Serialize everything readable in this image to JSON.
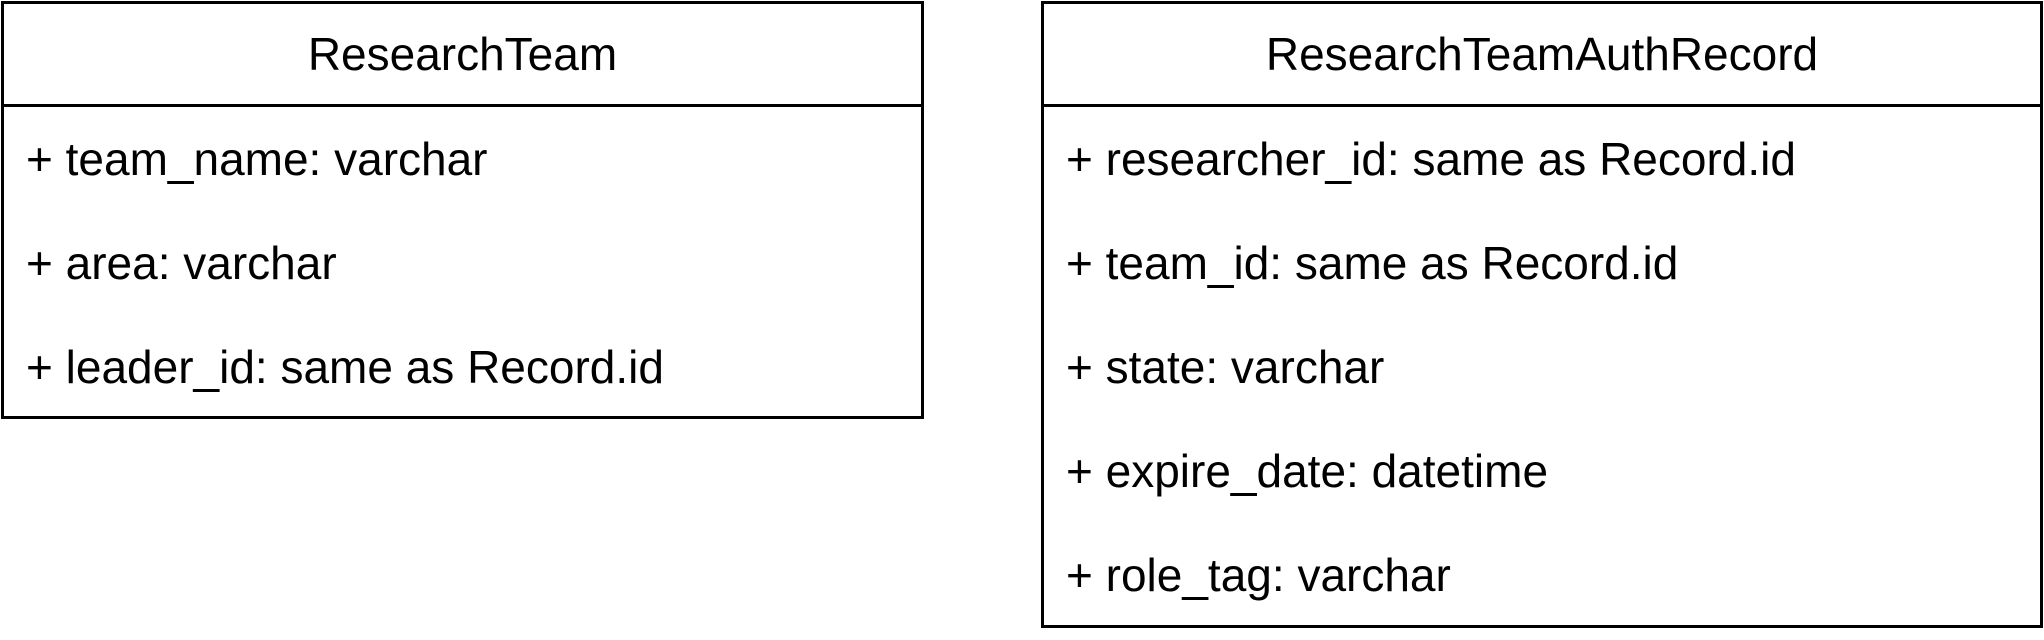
{
  "classes": [
    {
      "name": "ResearchTeam",
      "attributes": [
        "+ team_name: varchar",
        "+ area: varchar",
        "+ leader_id: same as Record.id"
      ]
    },
    {
      "name": "ResearchTeamAuthRecord",
      "attributes": [
        "+ researcher_id: same as Record.id",
        "+ team_id: same as Record.id",
        "+ state: varchar",
        "+ expire_date: datetime",
        "+ role_tag: varchar"
      ]
    }
  ]
}
